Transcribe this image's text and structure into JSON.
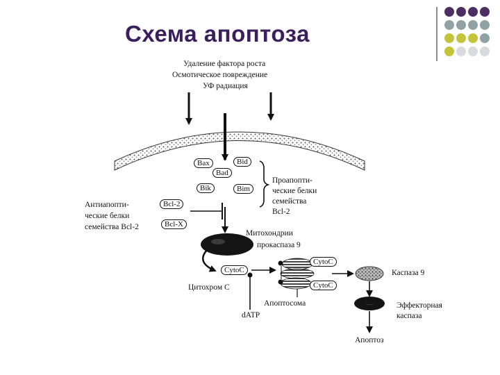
{
  "slide": {
    "title": "Схема апоптоза"
  },
  "decor": {
    "dot_colors": [
      "#4b2f63",
      "#8fa3a5",
      "#c4c43a",
      "#d9d9e0"
    ]
  },
  "diagram": {
    "stimuli": [
      "Удаление фактора роста",
      "Осмотическое повреждение",
      "УФ радиация"
    ],
    "proteins": {
      "bax": "Bax",
      "bid": "Bid",
      "bad": "Bad",
      "bik": "Bik",
      "bim": "Bim",
      "bcl2": "Bcl-2",
      "bclx": "Bcl-X"
    },
    "proapoptotic_label": [
      "Проапопти-",
      "ческие белки",
      "семейства",
      "Bcl-2"
    ],
    "antiapoptotic_label": [
      "Антиапопти-",
      "ческие белки",
      "семейства Bcl-2"
    ],
    "mito_label": [
      "Митохондрии",
      "прокаспаза 9"
    ],
    "cyto_c_tags": [
      "CytoC",
      "CytoC",
      "CytoC"
    ],
    "cytochrome_label": "Цитохром C",
    "datp_label": "dATP",
    "apoptosome_label": "Апоптосома",
    "caspase9_label": "Каспаза 9",
    "effector_label": [
      "Эффекторная",
      "каспаза"
    ],
    "apoptosis_label": "Апоптоз"
  }
}
